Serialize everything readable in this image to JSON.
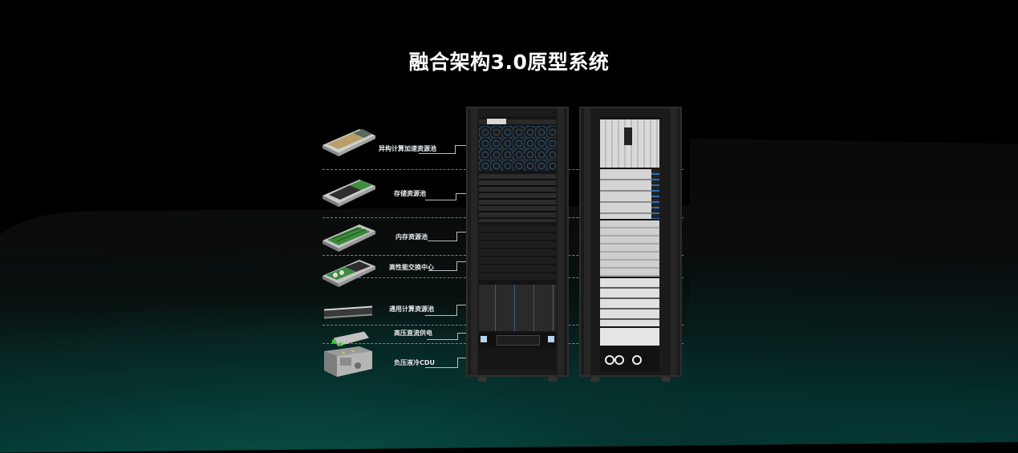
{
  "title": "融合架构3.0原型系统",
  "colors": {
    "background": "#000000",
    "teal_glow": "#064a43",
    "title_text": "#ffffff",
    "label_text": "#e8eef0",
    "connector": "#b9bec0",
    "separator": "#96aac8"
  },
  "components": [
    {
      "label": "异构计算加速资源池",
      "icon": "gpu-server-icon"
    },
    {
      "label": "存储资源池",
      "icon": "storage-server-icon"
    },
    {
      "label": "内存资源池",
      "icon": "memory-server-icon"
    },
    {
      "label": "高性能交换中心",
      "icon": "switch-server-icon"
    },
    {
      "label": "通用计算资源池",
      "icon": "compute-server-icon"
    },
    {
      "label": "高压直流供电",
      "icon": "power-supply-icon"
    },
    {
      "label": "负压液冷CDU",
      "icon": "cdu-unit-icon"
    }
  ],
  "racks": [
    {
      "view": "front",
      "name": "rack-front"
    },
    {
      "view": "rear",
      "name": "rack-rear"
    }
  ]
}
